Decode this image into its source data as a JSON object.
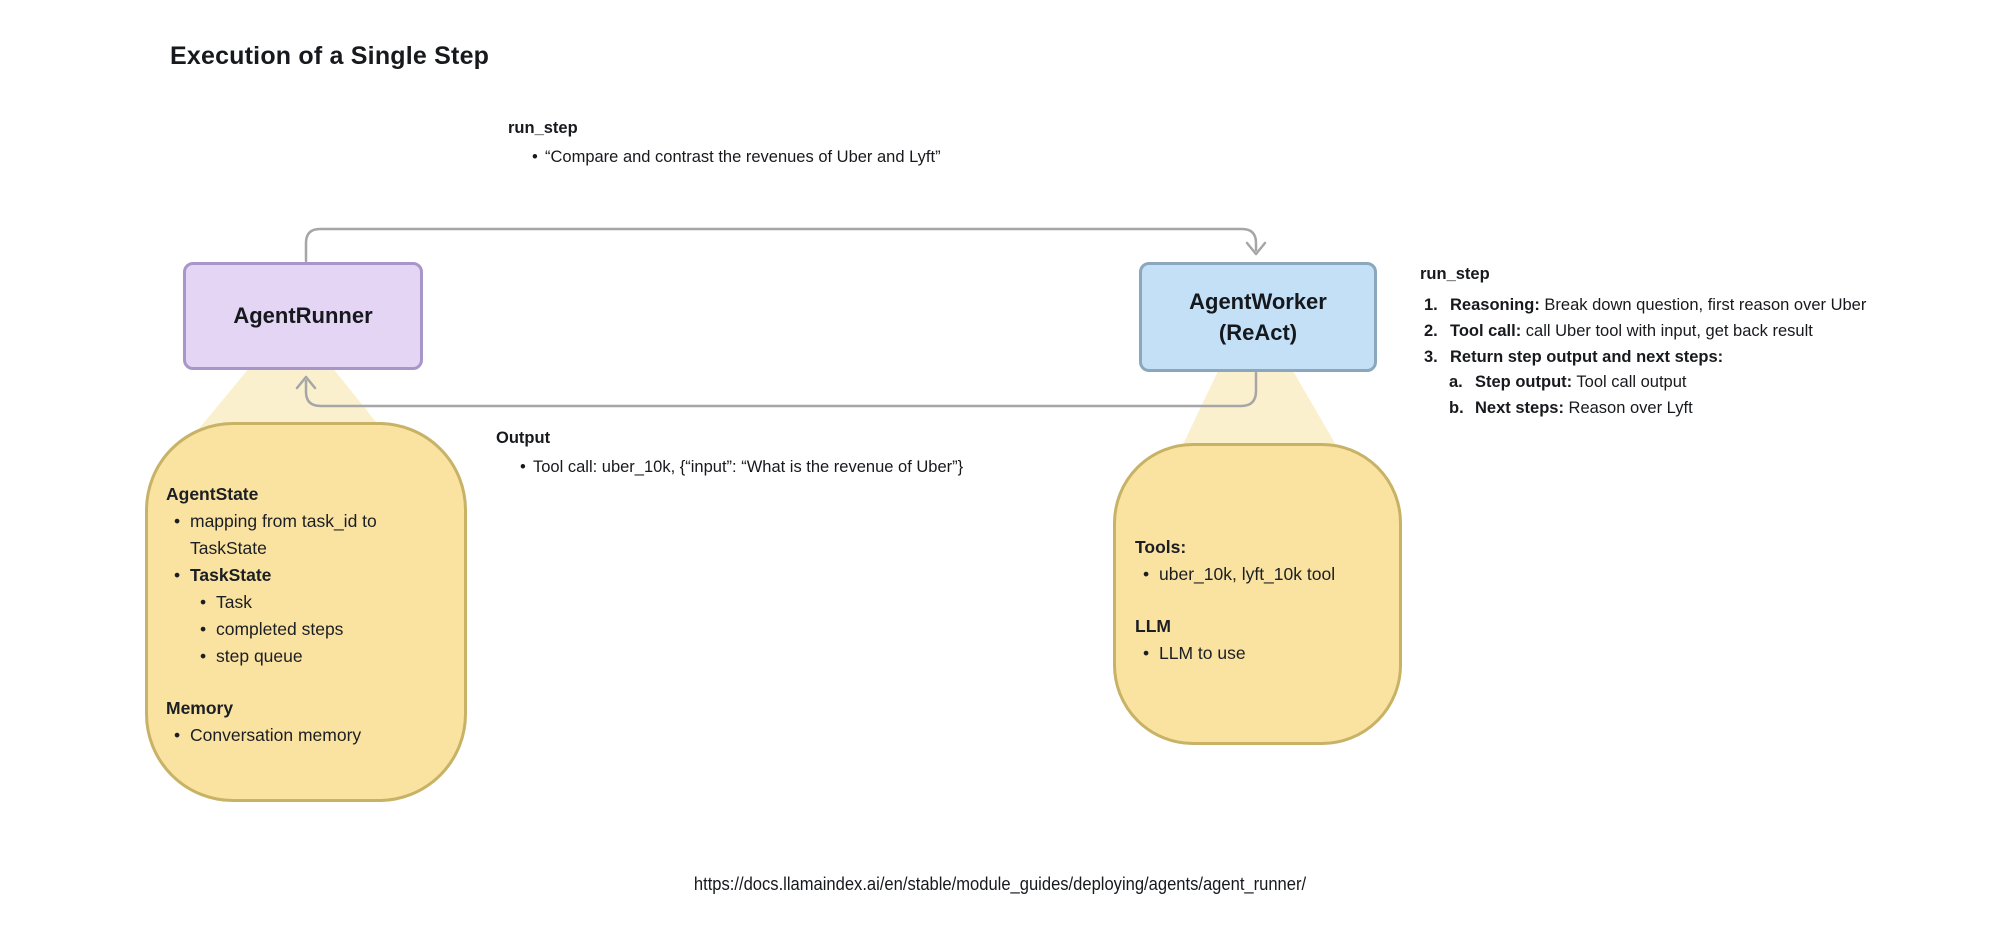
{
  "bullet": "•",
  "title": "Execution of a Single Step",
  "top_note": {
    "heading": "run_step",
    "bullet": "“Compare and contrast the revenues of Uber and Lyft”"
  },
  "boxes": {
    "runner_label": "AgentRunner",
    "worker_label_line1": "AgentWorker",
    "worker_label_line2": "(ReAct)"
  },
  "right_note": {
    "heading": "run_step",
    "items": [
      {
        "num": "1.",
        "label": "Reasoning:",
        "rest": " Break down question, first reason over Uber"
      },
      {
        "num": "2.",
        "label": "Tool call:",
        "rest": " call Uber tool with input, get back result"
      },
      {
        "num": "3.",
        "label": "Return step output and next steps:",
        "rest": ""
      },
      {
        "num": "a.",
        "label": "Step output:",
        "rest": " Tool call output"
      },
      {
        "num": "b.",
        "label": "Next steps:",
        "rest": " Reason over Lyft"
      }
    ]
  },
  "output_note": {
    "heading": "Output",
    "bullet": "Tool call: uber_10k, {“input”: “What is the revenue of Uber”}"
  },
  "left_blob": {
    "heading_state": "AgentState",
    "items": [
      {
        "text": "mapping from task_id to TaskState"
      },
      {
        "text": "TaskState"
      },
      {
        "text": "Task"
      },
      {
        "text": "completed steps"
      },
      {
        "text": "step queue"
      }
    ],
    "heading_memory": "Memory",
    "memory_items": [
      {
        "text": "Conversation memory"
      }
    ]
  },
  "right_blob": {
    "heading_tools": "Tools:",
    "tools_items": [
      {
        "text": "uber_10k, lyft_10k tool"
      }
    ],
    "heading_llm": "LLM",
    "llm_items": [
      {
        "text": "LLM to use"
      }
    ]
  },
  "footer_url": "https://docs.llamaindex.ai/en/stable/module_guides/deploying/agents/agent_runner/",
  "colors": {
    "runner_fill": "#E4D5F4",
    "runner_border": "#A996C8",
    "worker_fill": "#C3E0F7",
    "worker_border": "#8BA7BC",
    "blob_fill": "#FAE2A0",
    "blob_border": "#C7B266",
    "beam_fill": "#FAF0CE",
    "arrow": "#A6A6A6",
    "text": "#17191D"
  }
}
